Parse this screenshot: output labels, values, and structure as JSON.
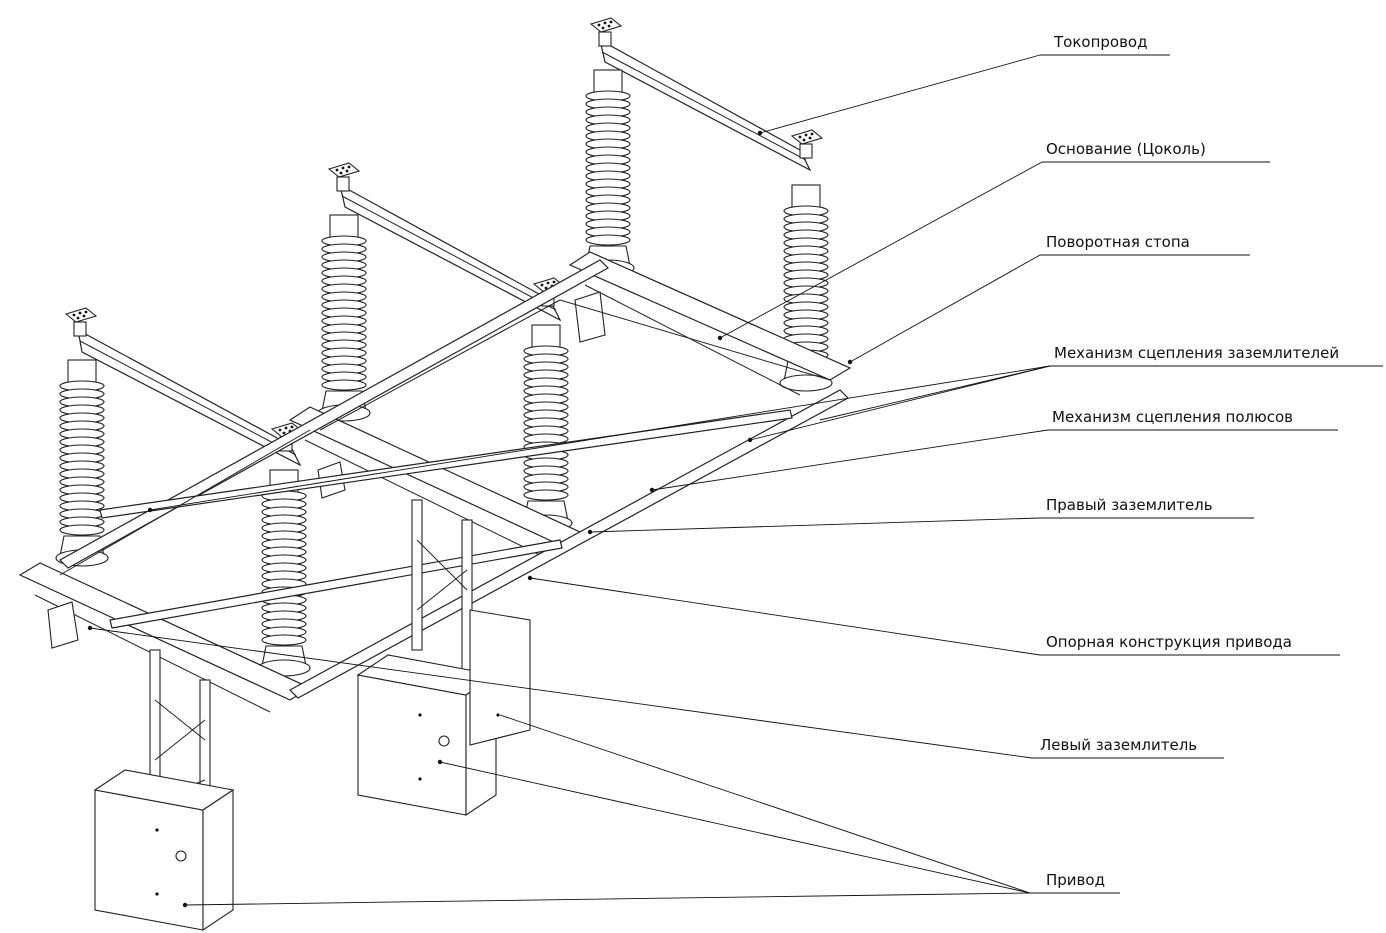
{
  "labels": {
    "tokoprovod": "Токопровод",
    "osnovanie": "Основание (Цоколь)",
    "povorotnaya_stopa": "Поворотная стопа",
    "mekh_zazemliteley": "Механизм сцепления заземлителей",
    "mekh_polyusov": "Механизм сцепления полюсов",
    "pravyy_zazemlitel": "Правый заземлитель",
    "opornaya_konstrukciya": "Опорная конструкция привода",
    "levyy_zazemlitel": "Левый заземлитель",
    "privod": "Привод"
  },
  "colors": {
    "line": "#222222",
    "background": "#ffffff"
  }
}
